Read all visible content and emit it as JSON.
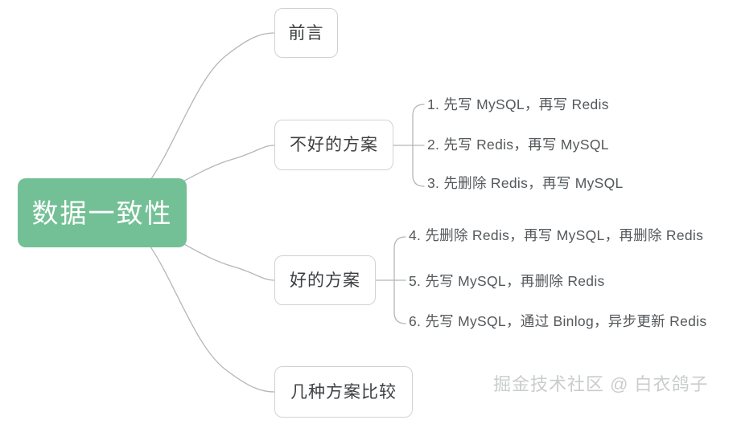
{
  "diagram": {
    "type": "mindmap",
    "orientation": "left-to-right",
    "root": {
      "label": "数据一致性",
      "fill_color": "#74c096",
      "text_color": "#ffffff"
    },
    "branches": [
      {
        "id": "preface",
        "label": "前言",
        "children": []
      },
      {
        "id": "bad-schemes",
        "label": "不好的方案",
        "children": [
          {
            "id": "leaf-1",
            "text": "1. 先写 MySQL，再写 Redis"
          },
          {
            "id": "leaf-2",
            "text": "2. 先写 Redis，再写 MySQL"
          },
          {
            "id": "leaf-3",
            "text": "3. 先删除 Redis，再写 MySQL"
          }
        ]
      },
      {
        "id": "good-schemes",
        "label": "好的方案",
        "children": [
          {
            "id": "leaf-4",
            "text": "4. 先删除 Redis，再写 MySQL，再删除 Redis"
          },
          {
            "id": "leaf-5",
            "text": "5. 先写 MySQL，再删除 Redis"
          },
          {
            "id": "leaf-6",
            "text": "6. 先写 MySQL，通过 Binlog，异步更新 Redis"
          }
        ]
      },
      {
        "id": "comparison",
        "label": "几种方案比较",
        "children": []
      }
    ],
    "node_style": {
      "border_color": "#cfd2d4",
      "text_color": "#3c3f41",
      "background": "#ffffff"
    },
    "connector_color": "#b3b6b8",
    "leaf_text_color": "#54585b",
    "background_color": "#ffffff"
  },
  "watermark": {
    "text": "掘金技术社区 @ 白衣鸽子",
    "color": "#c9cccd"
  }
}
